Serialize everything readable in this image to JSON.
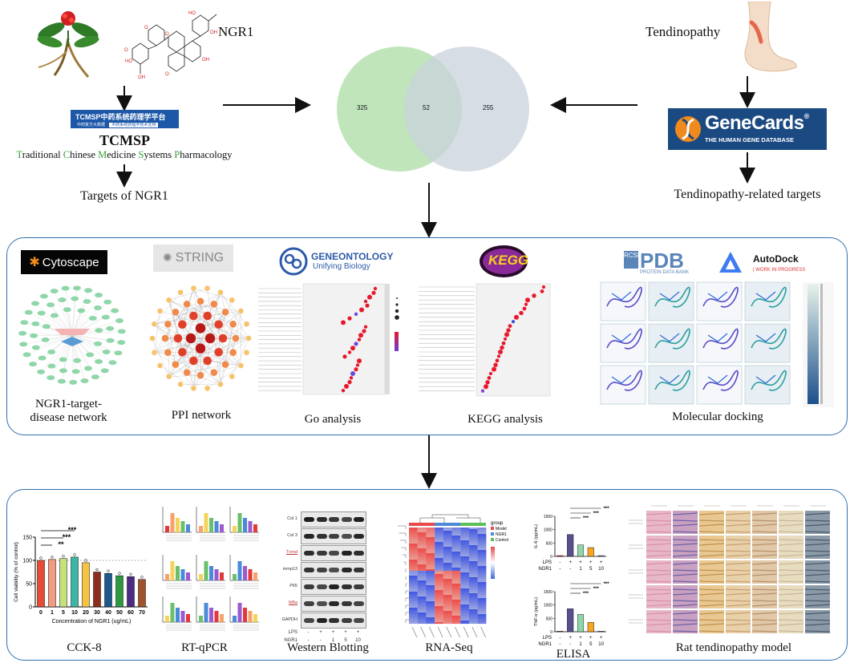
{
  "top": {
    "ngr1_label": "NGR1",
    "tcmsp_logo": {
      "main": "TCMSP中药系统药理学平台",
      "sub_left": "中药复方大数据",
      "sub_right": "中药系统药理学技术支持"
    },
    "tcmsp_title": "TCMSP",
    "tcmsp_fullname": [
      "T",
      "raditional ",
      "C",
      "hinese ",
      "M",
      "edicine ",
      "S",
      "ystems ",
      "P",
      "harmacology"
    ],
    "targets_label": "Targets of  NGR1",
    "tendinopathy_label": "Tendinopathy",
    "genecards_logo": {
      "main": "GeneCards",
      "reg": "®",
      "sub": "THE HUMAN GENE DATABASE"
    },
    "tendinopathy_targets_label": "Tendinopathy-related targets",
    "venn": {
      "left_count": "325",
      "overlap_count": "52",
      "right_count": "255"
    }
  },
  "middle": {
    "cytoscape_logo": "Cytoscape",
    "string_logo": "STRING",
    "geneontology_logo": {
      "main": "GENEONTOLOGY",
      "sub": "Unifying Biology"
    },
    "kegg_logo": "KEGG",
    "pdb_logo": {
      "main": "PDB",
      "sub": "PROTEIN DATA BANK"
    },
    "autodock_logo": {
      "main": "AutoDock",
      "sub": "| WORK IN PROGRESS"
    },
    "labels": {
      "network": "NGR1-target-\ndisease network",
      "ppi": "PPI network",
      "go": "Go analysis",
      "kegg": "KEGG analysis",
      "docking": "Molecular docking"
    }
  },
  "bottom": {
    "cck8": {
      "ylabel": "Cell viability  (% of control)",
      "xlabel": "Concentration of NGR1   (ug/mL)",
      "sig": [
        "***",
        "***",
        "**"
      ]
    },
    "western": {
      "bands": [
        "Col 1",
        "Col 3",
        "Tnmd",
        "mmp13",
        "P65",
        "IkBa",
        "GAPDH"
      ],
      "row1_label": "LPS",
      "row1": [
        "-",
        "+",
        "+",
        "+",
        "+"
      ],
      "row2_label": "NGR1",
      "row2": [
        "-",
        "-",
        "1",
        "5",
        "10"
      ]
    },
    "rnaseq_legend": {
      "title": "group",
      "items": [
        "Model",
        "NGR1",
        "Control"
      ]
    },
    "elisa": {
      "ylabel1": "IL-6  (pg/mL)",
      "ylabel2": "TNF-α  (pg/mL)",
      "sig": [
        "***",
        "***",
        "***"
      ],
      "lps_label": "LPS",
      "lps": [
        "-",
        "+",
        "+",
        "+",
        "+"
      ],
      "ngr1_label": "NGR1",
      "ngr1": [
        "-",
        "-",
        "1",
        "5",
        "10"
      ]
    },
    "labels": {
      "cck8": "CCK-8",
      "rtqpcr": "RT-qPCR",
      "western": "Western   Blotting",
      "rnaseq": "RNA-Seq",
      "elisa": "ELISA",
      "rat": "Rat tendinopathy model"
    }
  },
  "colors": {
    "accent_blue": "#2f6fb0",
    "venn_left": "#b9e2b4",
    "venn_right": "#c9d2dc",
    "tcmsp_green": "#3aa03a"
  },
  "chart_data": [
    {
      "type": "bar",
      "title": "",
      "xlabel": "Concentration of NGR1   (ug/mL)",
      "ylabel": "Cell viability  (% of control)",
      "categories": [
        "0",
        "1",
        "5",
        "10",
        "20",
        "30",
        "40",
        "50",
        "60",
        "70"
      ],
      "values": [
        100,
        102,
        104,
        107,
        95,
        75,
        72,
        67,
        65,
        59
      ],
      "ylim": [
        0,
        150
      ],
      "yticks": [
        0,
        50,
        100,
        150
      ],
      "colors": [
        "#e64b35",
        "#f39b7f",
        "#c5e17a",
        "#3cb6a6",
        "#f5c542",
        "#8b2f1c",
        "#1a5a8c",
        "#2b9a3f",
        "#4b2b83",
        "#a0522d"
      ]
    },
    {
      "type": "bar",
      "title": "",
      "ylabel": "IL-6  (pg/mL)",
      "categories": [
        "-/-",
        "+/-",
        "+/1",
        "+/5",
        "+/10"
      ],
      "values": [
        30,
        820,
        430,
        330,
        30
      ],
      "ylim": [
        0,
        1500
      ],
      "yticks": [
        0,
        500,
        1000,
        1500
      ]
    },
    {
      "type": "bar",
      "title": "",
      "ylabel": "TNF-α  (pg/mL)",
      "categories": [
        "-/-",
        "+/-",
        "+/1",
        "+/5",
        "+/10"
      ],
      "values": [
        20,
        860,
        650,
        350,
        20
      ],
      "ylim": [
        0,
        1500
      ],
      "yticks": [
        0,
        500,
        1000,
        1500
      ]
    }
  ]
}
